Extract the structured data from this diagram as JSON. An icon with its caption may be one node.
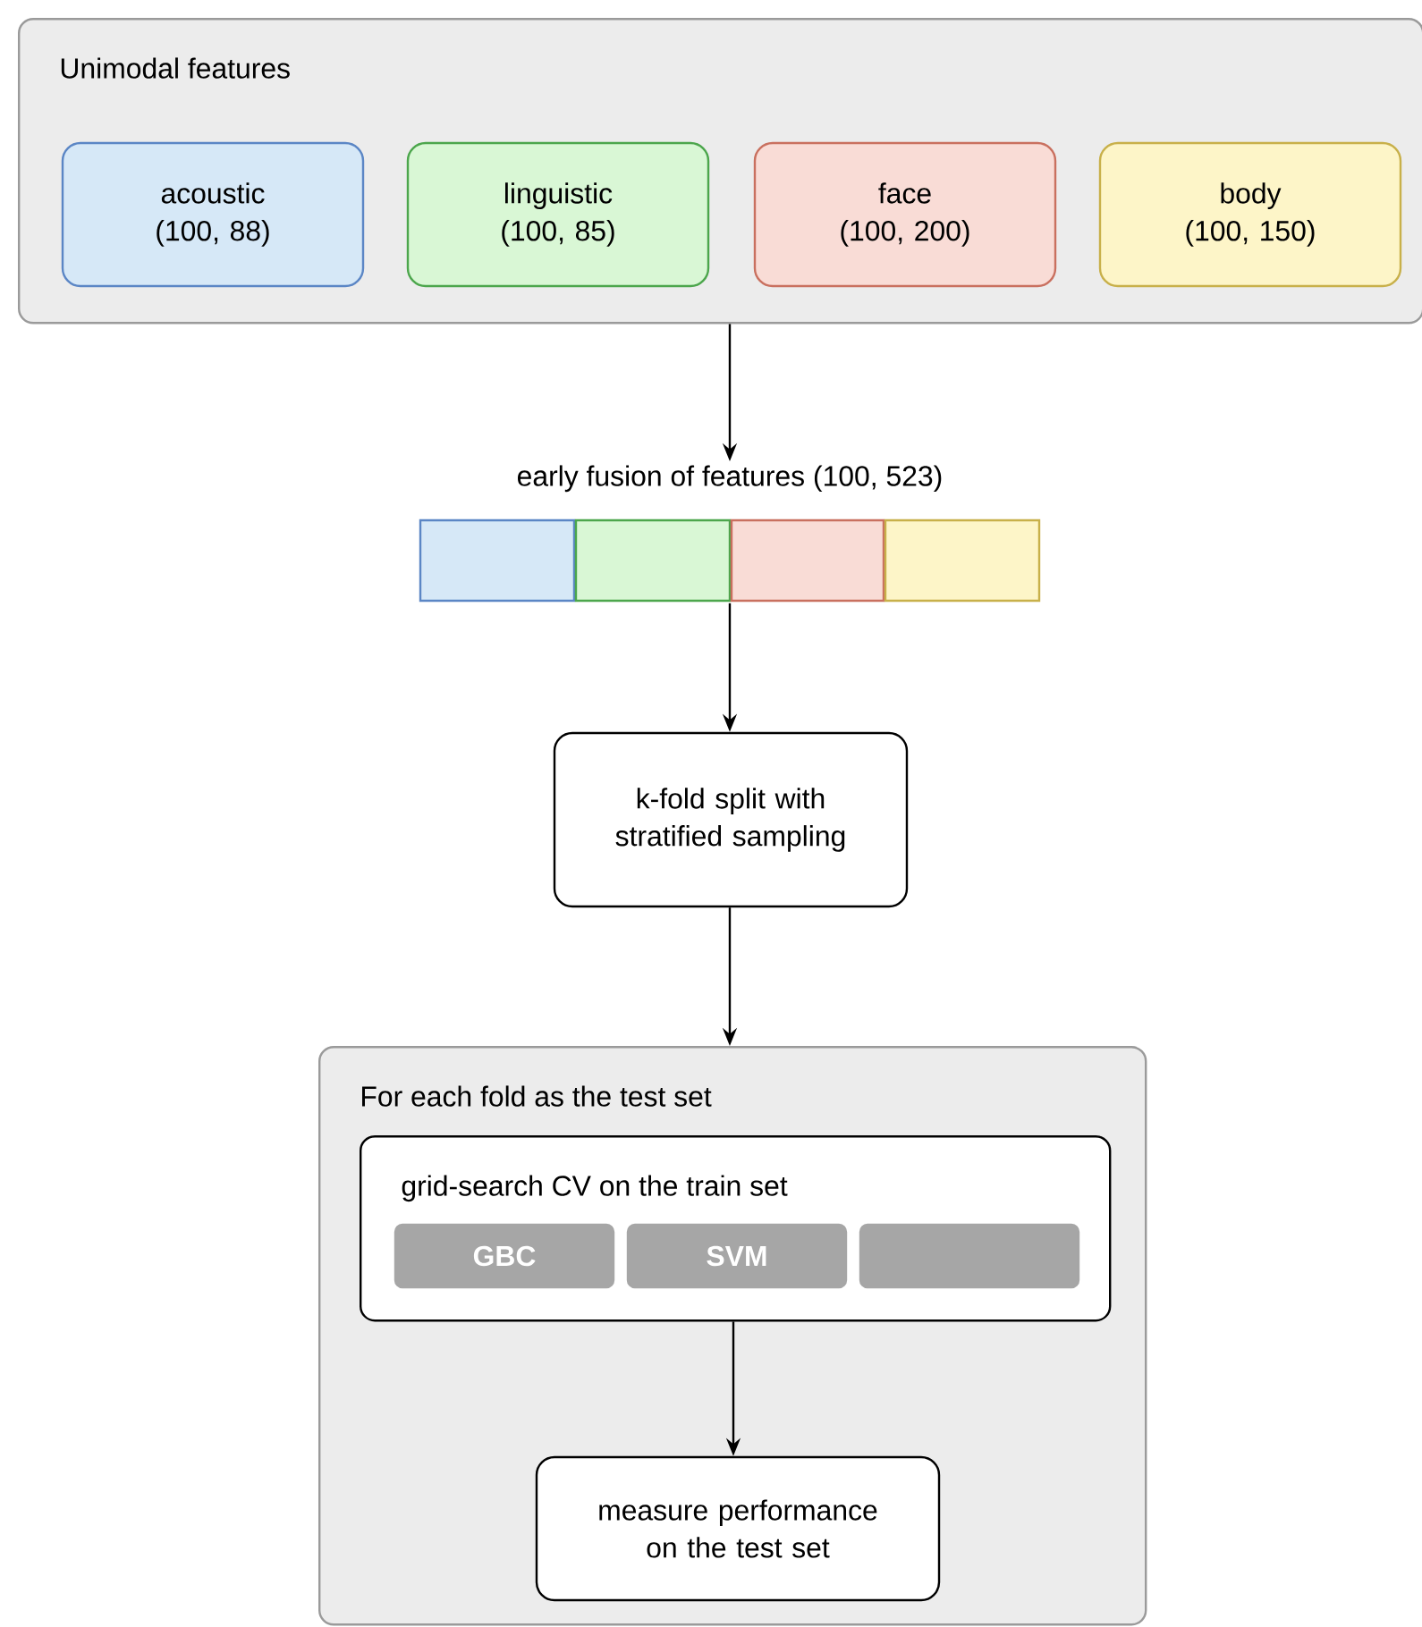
{
  "diagram": {
    "nodes": [
      {
        "text": [
          "Unimodal features"
        ]
      },
      {
        "text": [
          "acoustic",
          "(100, 88)"
        ],
        "in": 0
      },
      {
        "text": [
          "linguistic",
          "(100, 85)"
        ],
        "in": 0
      },
      {
        "text": [
          "face",
          "(100, 200)"
        ],
        "in": 0
      },
      {
        "text": [
          "body",
          "(100, 150)"
        ],
        "in": 0
      },
      {
        "text": [
          "early fusion of features (100, 523)"
        ]
      },
      {
        "text": [],
        "shape": "box",
        "in": 5
      },
      {
        "text": [],
        "shape": "box",
        "in": 5
      },
      {
        "text": [],
        "shape": "box",
        "in": 5
      },
      {
        "text": [],
        "shape": "box",
        "in": 5
      },
      {
        "text": [
          "k-fold split with stratified sampling"
        ]
      },
      {
        "text": [
          "For each fold as the test set"
        ]
      },
      {
        "text": [
          "grid-search CV on the train set"
        ],
        "in": 11
      },
      {
        "text": [
          "GBC"
        ],
        "in": 12
      },
      {
        "text": [
          "SVM"
        ],
        "in": 12
      },
      {
        "text": [],
        "shape": "box",
        "in": 12
      },
      {
        "text": [
          "measure performance on the test set"
        ],
        "in": 11
      }
    ],
    "edges": [
      {
        "from": 0,
        "to": 5,
        "arrow": "to"
      },
      {
        "from": 5,
        "to": 10,
        "arrow": "to"
      },
      {
        "from": 10,
        "to": 11,
        "arrow": "to"
      },
      {
        "from": 12,
        "to": 16,
        "arrow": "to"
      }
    ]
  }
}
